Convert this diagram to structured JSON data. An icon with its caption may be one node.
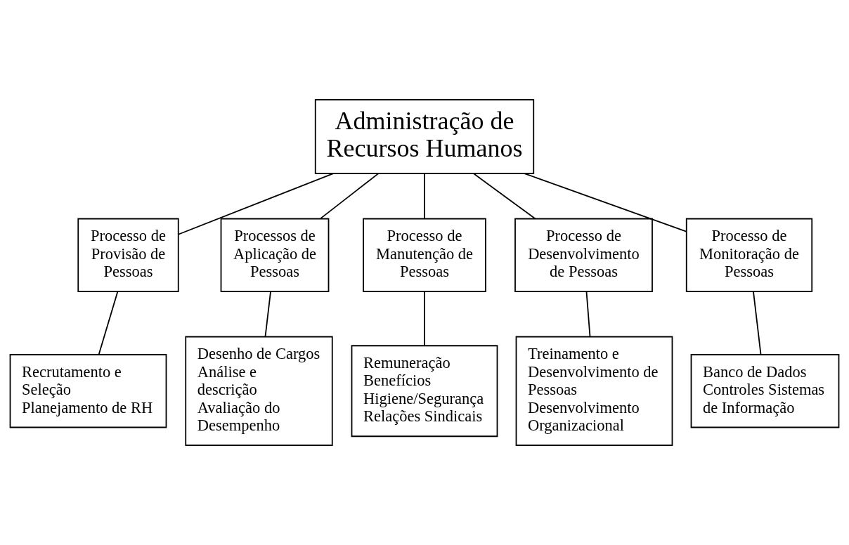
{
  "diagram": {
    "nodes": [
      {
        "text": [
          "Administração de Recursos Humanos"
        ]
      },
      {
        "text": [
          "Processo de Provisão de Pessoas"
        ]
      },
      {
        "text": [
          "Processos de Aplicação de Pessoas"
        ]
      },
      {
        "text": [
          "Processo de Manutenção de Pessoas"
        ]
      },
      {
        "text": [
          "Processo de Desenvolvimento de Pessoas"
        ]
      },
      {
        "text": [
          "Processo de Monitoração de Pessoas"
        ]
      },
      {
        "text": [
          "Recrutamento e Seleção Planejamento de RH"
        ]
      },
      {
        "text": [
          "Desenho de Cargos Análise e descrição Avaliação do Desempenho"
        ]
      },
      {
        "text": [
          "Remuneração Benefícios Higiene/Segurança Relações Sindicais"
        ]
      },
      {
        "text": [
          "Treinamento e Desenvolvimento de Pessoas Desenvolvimento Organizacional"
        ]
      },
      {
        "text": [
          "Banco de Dados Controles Sistemas de Informação"
        ]
      }
    ],
    "edges": [
      {
        "from": 0,
        "to": 1,
        "arrow": "none"
      },
      {
        "from": 0,
        "to": 2,
        "arrow": "none"
      },
      {
        "from": 0,
        "to": 3,
        "arrow": "none"
      },
      {
        "from": 0,
        "to": 4,
        "arrow": "none"
      },
      {
        "from": 0,
        "to": 5,
        "arrow": "none"
      },
      {
        "from": 1,
        "to": 6,
        "arrow": "none"
      },
      {
        "from": 2,
        "to": 7,
        "arrow": "none"
      },
      {
        "from": 3,
        "to": 8,
        "arrow": "none"
      },
      {
        "from": 4,
        "to": 9,
        "arrow": "none"
      },
      {
        "from": 5,
        "to": 10,
        "arrow": "none"
      }
    ]
  }
}
